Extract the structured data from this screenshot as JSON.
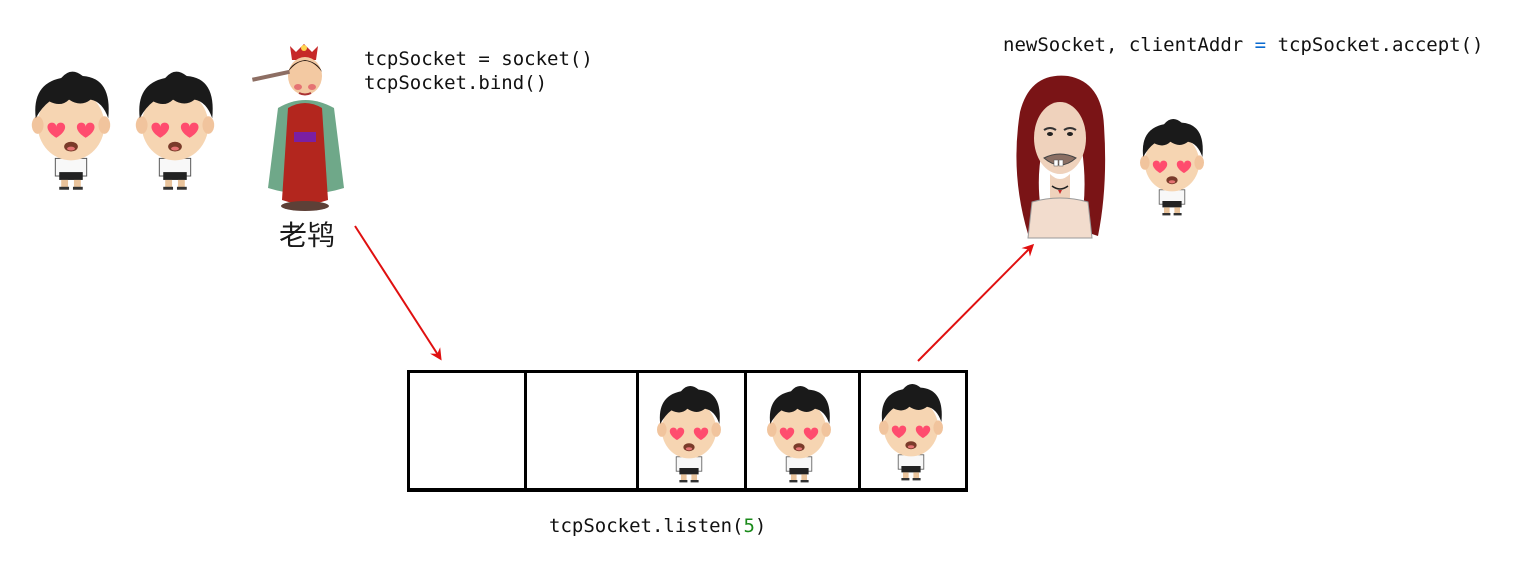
{
  "labels": {
    "boss": "老鸨"
  },
  "code": {
    "create_line": "tcpSocket = socket()",
    "bind_line": "tcpSocket.bind()",
    "accept_lhs": "newSocket, clientAddr ",
    "accept_op": "=",
    "accept_rhs": " tcpSocket.accept()",
    "listen_prefix": "tcpSocket.listen(",
    "listen_arg": "5",
    "listen_suffix": ")"
  },
  "queue": {
    "capacity": 5,
    "occupied_slots": [
      3,
      4,
      5
    ]
  },
  "colors": {
    "arrow": "#e01010",
    "operator": "#0b6bd0",
    "number": "#1a8a1a"
  },
  "icons": [
    "waiting-client-icon",
    "madam-icon",
    "server-woman-icon",
    "arrow-icon"
  ]
}
